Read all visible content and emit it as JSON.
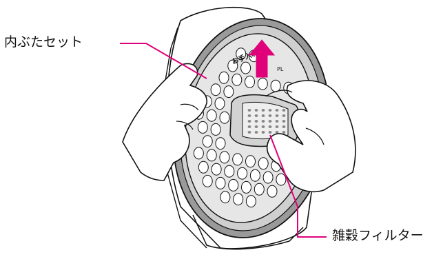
{
  "labels": {
    "inner_lid_set": "内ぶたセット",
    "grain_filter": "雑穀フィルター"
  },
  "lid_markings": {
    "left": "お手入れ",
    "right": "PL"
  },
  "colors": {
    "leader_line": "#e0007a",
    "arrow": "#e0007a",
    "outline": "#111111",
    "lid_rim": "#9a9a9a",
    "lid_face": "#e6e6e6",
    "filter": "#d2d2d2"
  }
}
